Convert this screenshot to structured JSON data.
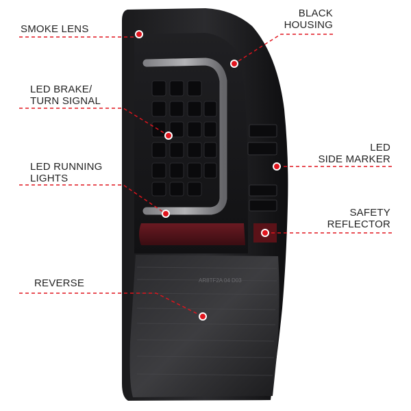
{
  "accent_color": "#e1141d",
  "product": {
    "name": "smoked LED tail light",
    "lens_marking": "AR8TF2A 04 D03"
  },
  "callouts": {
    "smoke_lens": {
      "lines": [
        "SMOKE LENS"
      ]
    },
    "black_housing": {
      "lines": [
        "BLACK",
        "HOUSING"
      ]
    },
    "led_brake": {
      "lines": [
        "LED BRAKE/",
        "TURN SIGNAL"
      ]
    },
    "led_running": {
      "lines": [
        "LED RUNNING",
        "LIGHTS"
      ]
    },
    "led_side_marker": {
      "lines": [
        "LED",
        "SIDE MARKER"
      ]
    },
    "safety_reflector": {
      "lines": [
        "SAFETY",
        "REFLECTOR"
      ]
    },
    "reverse": {
      "lines": [
        "REVERSE"
      ]
    }
  }
}
